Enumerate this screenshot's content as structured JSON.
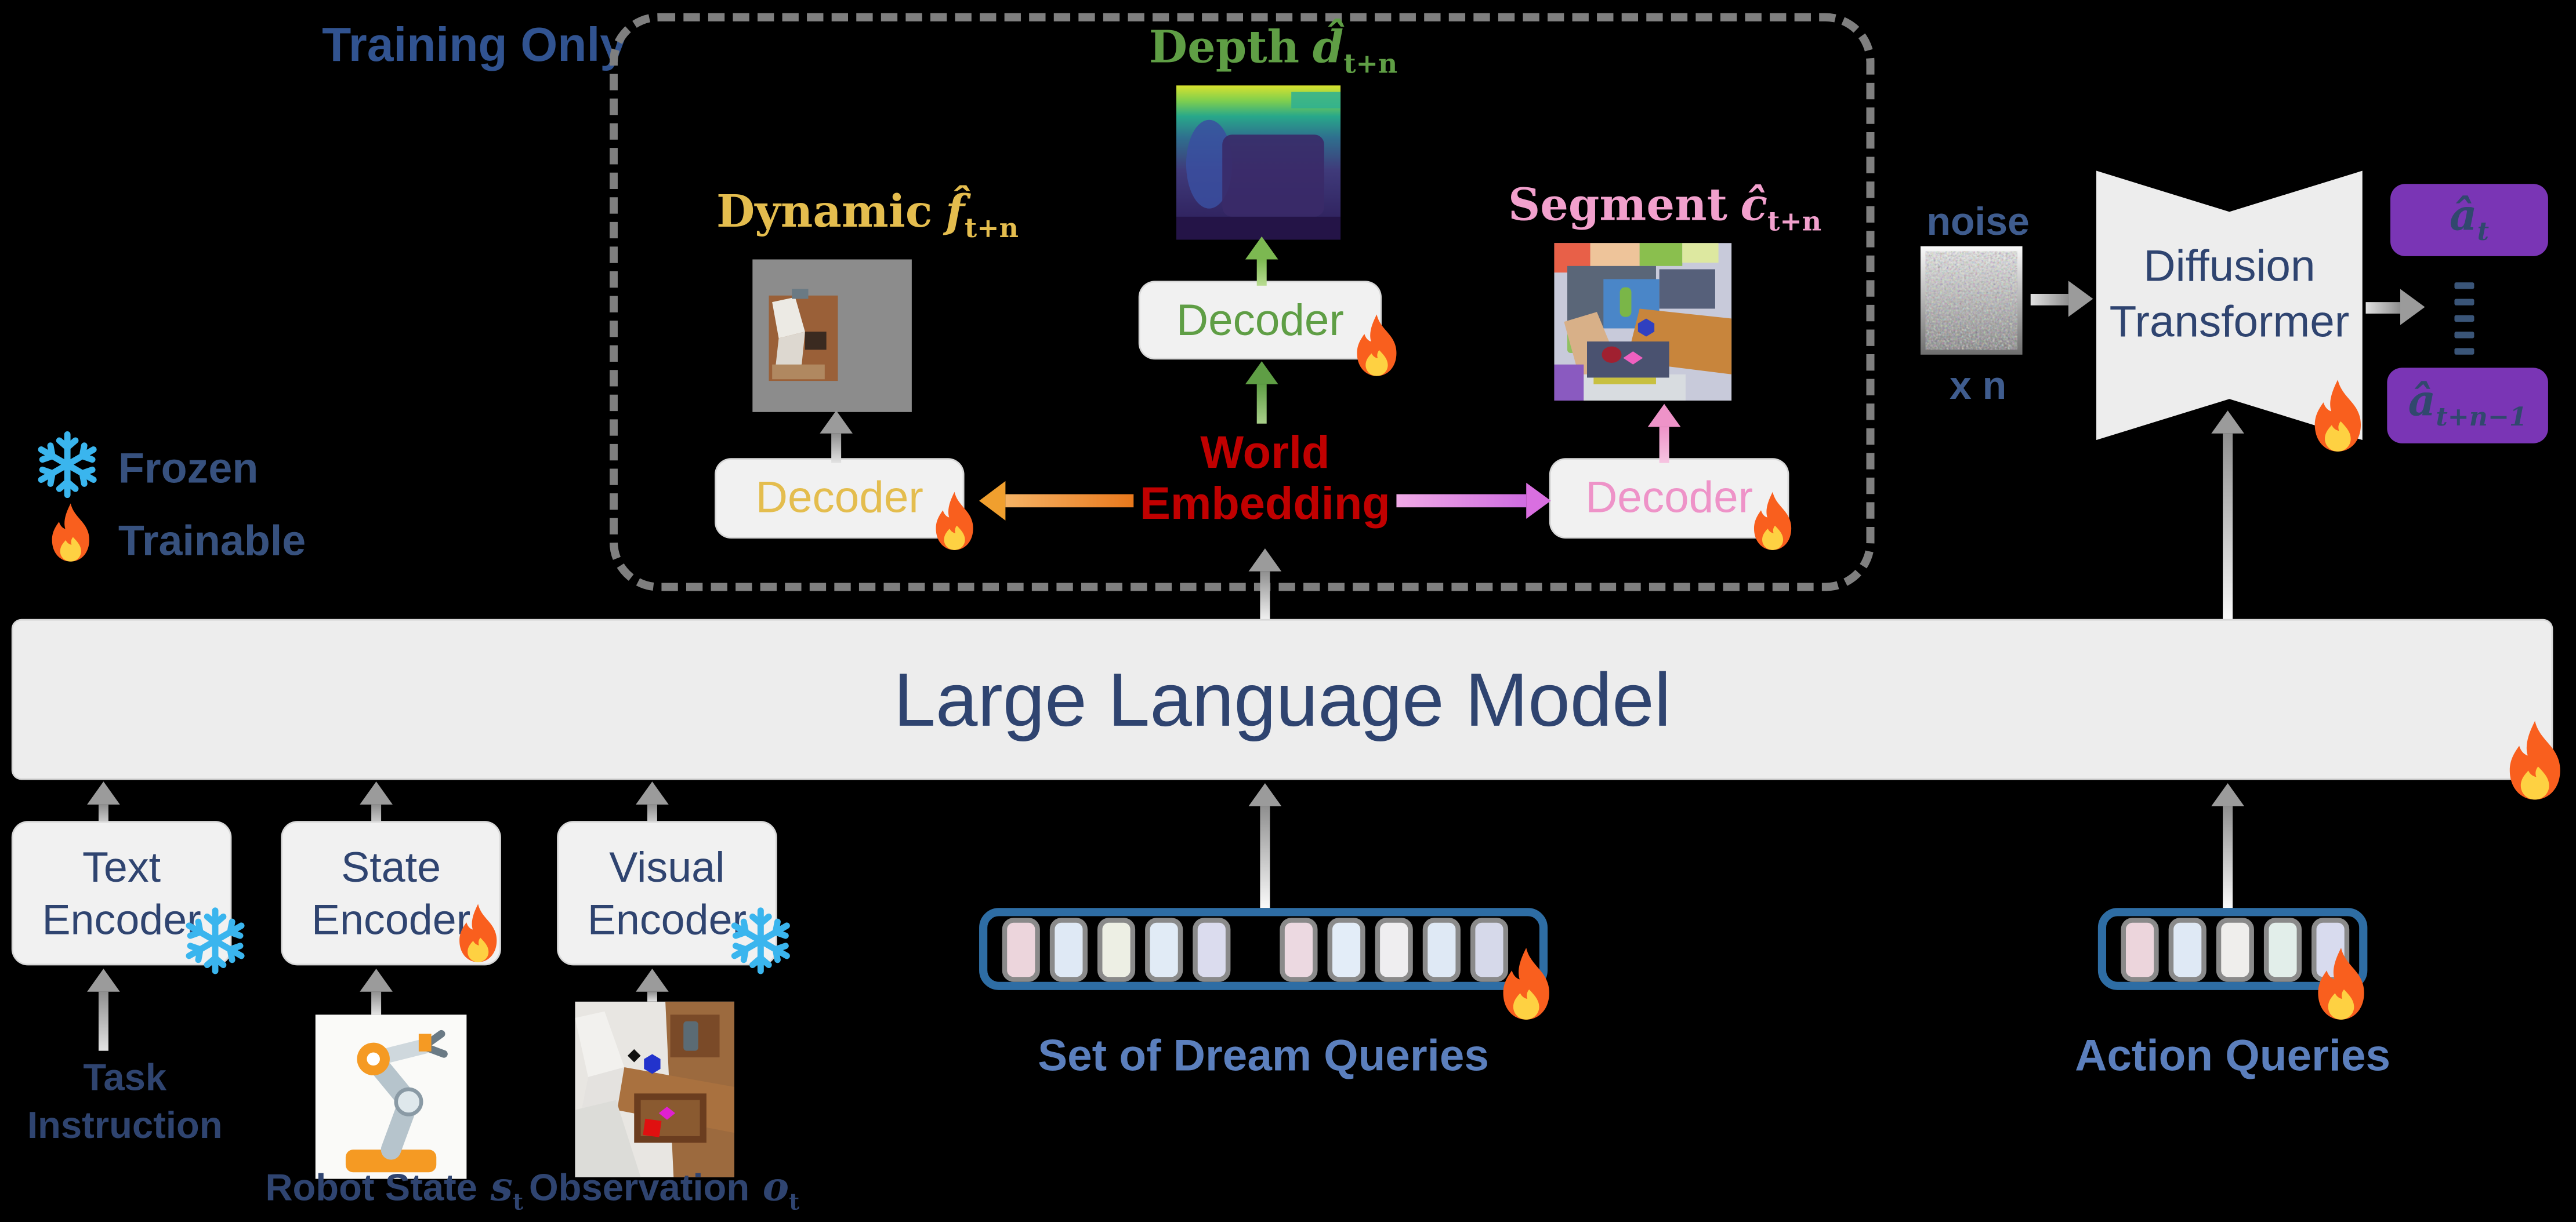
{
  "legend": {
    "frozen": "Frozen",
    "trainable": "Trainable"
  },
  "training_box": {
    "label": "Training Only"
  },
  "world_model": {
    "dynamic_label": {
      "word": "Dynamic",
      "symbol": "f̂",
      "sub": "t+n"
    },
    "depth_label": {
      "word": "Depth",
      "symbol": "d̂",
      "sub": "t+n"
    },
    "segment_label": {
      "word": "Segment",
      "symbol": "ĉ",
      "sub": "t+n"
    },
    "decoder_dynamic": "Decoder",
    "decoder_depth": "Decoder",
    "decoder_segment": "Decoder",
    "world_embedding": {
      "line1": "World",
      "line2": "Embedding"
    }
  },
  "noise": {
    "label": "noise",
    "multiplier": "x n"
  },
  "diffusion_transformer": {
    "line1": "Diffusion",
    "line2": "Transformer"
  },
  "action_outputs": {
    "first": {
      "symbol": "â",
      "sub": "t"
    },
    "last": {
      "symbol": "â",
      "sub": "t+n−1"
    }
  },
  "llm": {
    "label": "Large Language Model"
  },
  "encoders": {
    "text": {
      "line1": "Text",
      "line2": "Encoder"
    },
    "state": {
      "line1": "State",
      "line2": "Encoder"
    },
    "visual": {
      "line1": "Visual",
      "line2": "Encoder"
    }
  },
  "inputs": {
    "task_instruction": {
      "line1": "Task",
      "line2": "Instruction"
    },
    "robot_state": {
      "word": "Robot State",
      "symbol": "s",
      "sub": "t"
    },
    "observation": {
      "word": "Observation",
      "symbol": "o",
      "sub": "t"
    }
  },
  "dream_queries": {
    "label": "Set of Dream Queries",
    "tokens": [
      "#ecd5dc",
      "#dfe9f5",
      "#edefe4",
      "#e1ebf6",
      "#dbdcee",
      "#ecd9e1",
      "#e3edf8",
      "#efeef0",
      "#dfe9f5",
      "#d6d9ea"
    ],
    "gap_after_index": 4
  },
  "action_queries": {
    "label": "Action Queries",
    "tokens": [
      "#ecd5dc",
      "#dfe9f5",
      "#efeeec",
      "#e2eeea",
      "#d8dbee"
    ]
  },
  "colors": {
    "background": "#000000",
    "panel_gray": "#f1f1f1",
    "navy_text": "#2f4470",
    "red_world_embedding": "#c00000",
    "green_depth": "#5f9e45",
    "yellow_dynamic": "#e4bd4e",
    "pink_segment": "#ee93c8",
    "purple_action": "#7a35b5",
    "query_border_blue": "#2e6da4",
    "query_label_blue": "#5b7fbd",
    "flame_orange": "#f95f1e",
    "snow_blue": "#3ab5ee"
  }
}
